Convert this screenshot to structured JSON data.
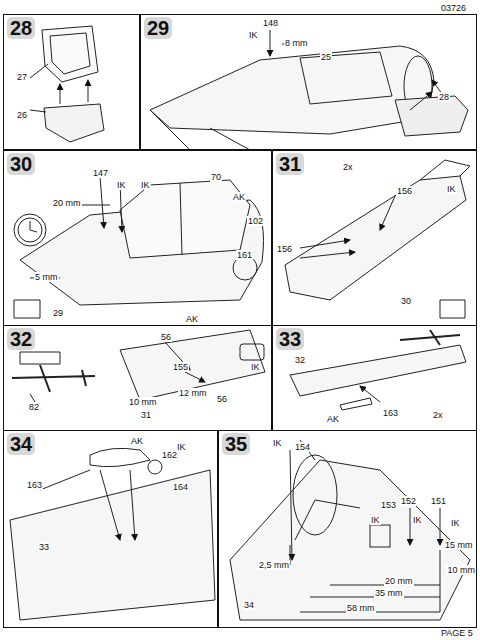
{
  "diagram": {
    "nodes": [
      {
        "text": [
          "28"
        ]
      },
      {
        "text": [
          "29"
        ]
      },
      {
        "text": [
          "30"
        ]
      },
      {
        "text": [
          "31"
        ]
      },
      {
        "text": [
          "32"
        ]
      },
      {
        "text": [
          "33"
        ]
      },
      {
        "text": [
          "34"
        ]
      },
      {
        "text": [
          "35"
        ]
      }
    ],
    "labels": [
      "03726",
      "27",
      "26",
      "148",
      "IK",
      "8 mm",
      "25",
      "28",
      "147",
      "IK",
      "IK",
      "20 mm",
      "70",
      "AK",
      "102",
      "161",
      "5 mm",
      "29",
      "AK",
      "2x",
      "156",
      "IK",
      "156",
      "30",
      "56",
      "155",
      "IK",
      "12 mm",
      "10 mm",
      "56",
      "31",
      "82",
      "32",
      "163",
      "2x",
      "AK",
      "AK",
      "162",
      "IK",
      "163",
      "164",
      "33",
      "IK",
      "154",
      "153",
      "IK",
      "152",
      "151",
      "IK",
      "IK",
      "15 mm",
      "2,5 mm",
      "10 mm",
      "20 mm",
      "35 mm",
      "58 mm",
      "34",
      "PAGE 5"
    ]
  }
}
